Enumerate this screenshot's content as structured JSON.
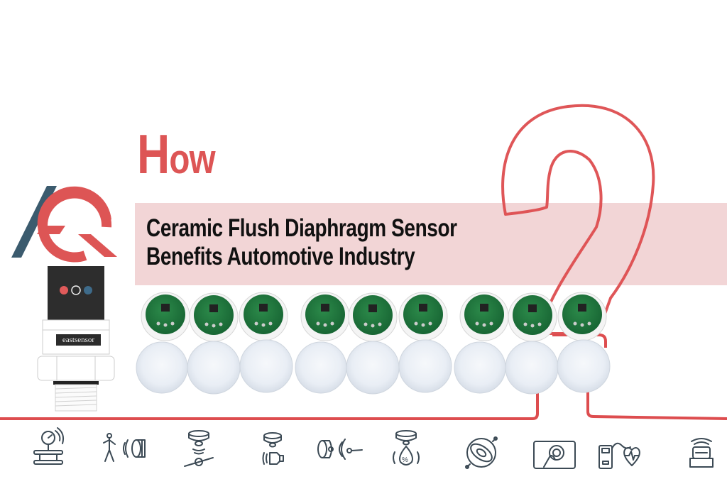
{
  "headline": {
    "lead_big": "H",
    "lead_rest": "ow",
    "line1": "Ceramic Flush Diaphragm Sensor",
    "line2": "Benefits Automotive Industry"
  },
  "logo": {
    "letters": "AQ",
    "colors": {
      "a": "#3b5b6e",
      "q": "#dd5555"
    }
  },
  "product": {
    "brand_label": "eastsensor",
    "indicator_colors": [
      "#e05a5a",
      "#2b2b2b",
      "#3e6b8a"
    ]
  },
  "decor": {
    "question_mark": "?",
    "accent": "#dd4d4f",
    "band_color": "#f2d5d6"
  },
  "sensors": {
    "count": 9,
    "pcb_color": "#1f7a3e",
    "disc_color": "#e8eef6"
  },
  "applications": [
    {
      "icon": "pressure-gauge-pipeline-icon"
    },
    {
      "icon": "motion-detection-speaker-icon"
    },
    {
      "icon": "ceiling-sensor-pipe-icon"
    },
    {
      "icon": "ceiling-sensor-sound-icon"
    },
    {
      "icon": "proximity-sensor-icon"
    },
    {
      "icon": "humidity-sensor-icon"
    },
    {
      "icon": "gyroscope-icon"
    },
    {
      "icon": "touch-panel-icon"
    },
    {
      "icon": "heart-monitor-icon"
    },
    {
      "icon": "vibration-sensor-icon"
    }
  ]
}
